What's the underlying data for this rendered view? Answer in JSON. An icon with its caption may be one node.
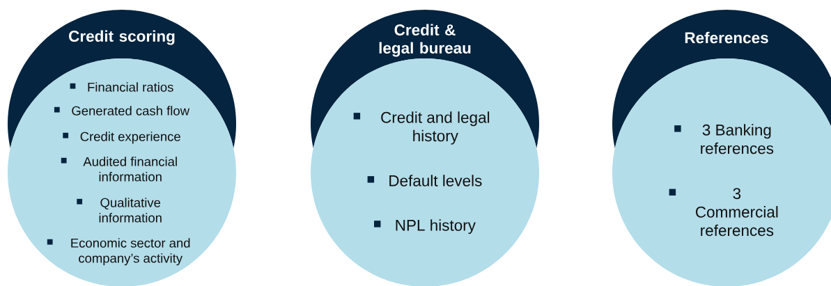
{
  "diagram": {
    "nodes": [
      {
        "text": [
          "Credit scoring"
        ]
      },
      {
        "text": [
          "Financial ratios",
          "Generated cash flow",
          "Credit experience",
          "Audited financial information",
          "Qualitative information",
          "Economic sector and company’s activity"
        ]
      },
      {
        "text": [
          "Credit & legal bureau"
        ]
      },
      {
        "text": [
          "Credit and legal history",
          "Default levels",
          "NPL history"
        ]
      },
      {
        "text": [
          "References"
        ]
      },
      {
        "text": [
          "3 Banking references",
          "3 Commercial references"
        ]
      }
    ]
  }
}
